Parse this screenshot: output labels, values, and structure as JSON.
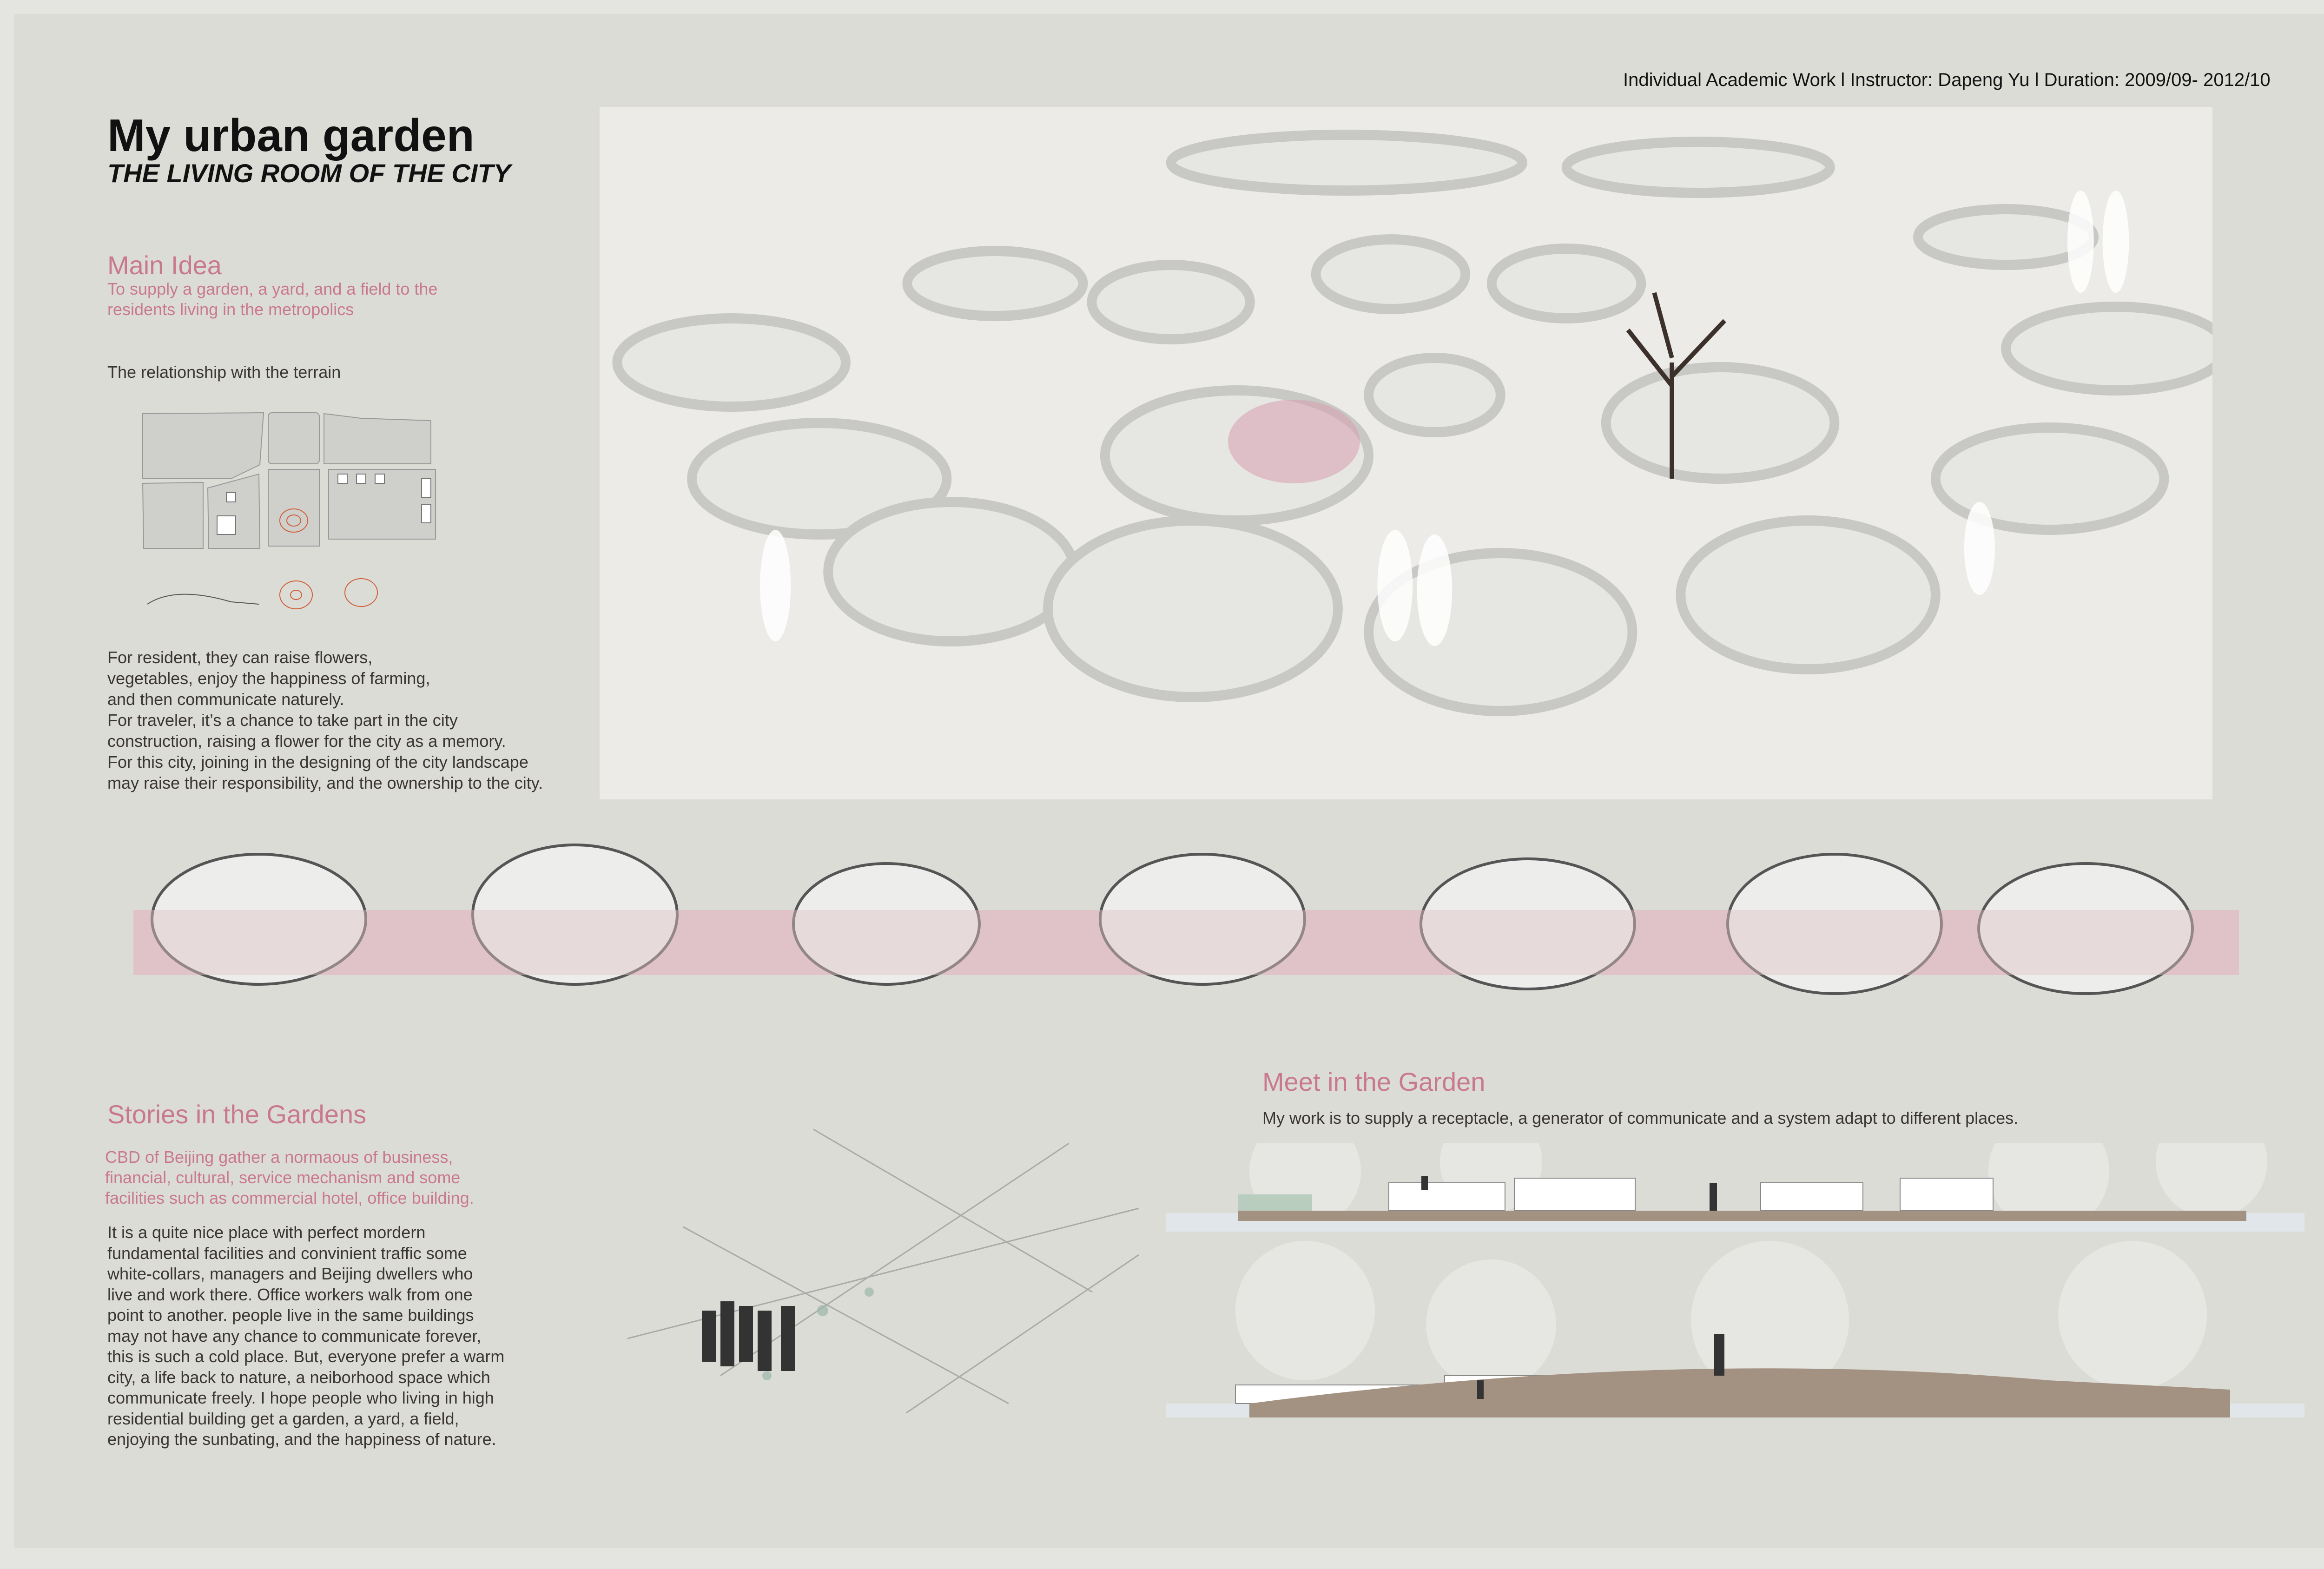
{
  "header": {
    "credits": "Individual Academic Work l Instructor: Dapeng Yu l Duration: 2009/09- 2012/10"
  },
  "title": {
    "main": "My urban garden",
    "subtitle": "THE LIVING ROOM OF THE CITY"
  },
  "main_idea": {
    "heading": "Main Idea",
    "lines": [
      "To supply a garden, a yard, and a field to the",
      "residents living in the metropolics"
    ],
    "terrain_label": "The relationship with the terrain",
    "body": [
      "For resident, they can raise flowers,",
      "vegetables, enjoy the happiness of farming,",
      "and then communicate naturely.",
      "For traveler, it’s a chance to take part in the city",
      "construction, raising a flower for the city as a memory.",
      "For this city, joining in the designing of the city landscape",
      "may raise their responsibility, and the ownership to the city."
    ]
  },
  "stories": {
    "heading": "Stories in the Gardens",
    "intro": [
      "CBD of Beijing gather a normaous of business,",
      "financial, cultural, service mechanism and some",
      "facilities such as commercial hotel, office building."
    ],
    "body": [
      "It is a quite nice place with perfect mordern",
      "fundamental facilities and convinient traffic some",
      "white-collars, managers and  Beijing dwellers who",
      "live and work there. Office workers walk from one",
      "point to another. people live in the same buildings",
      "may not have any chance to communicate forever,",
      "this is such a cold place. But, everyone prefer a warm",
      "city, a life back to nature, a neiborhood space which",
      "communicate freely. I hope people who living in high",
      "residential building get a garden, a yard, a field,",
      "enjoying the sunbating, and the happiness of nature."
    ]
  },
  "meet": {
    "heading": "Meet in the Garden",
    "text": "My work is to supply a receptacle, a generator of communicate and a system adapt to different places."
  },
  "colors": {
    "accent": "#c97a8a",
    "ground": "#a39282",
    "band": "#e0c4c8"
  }
}
